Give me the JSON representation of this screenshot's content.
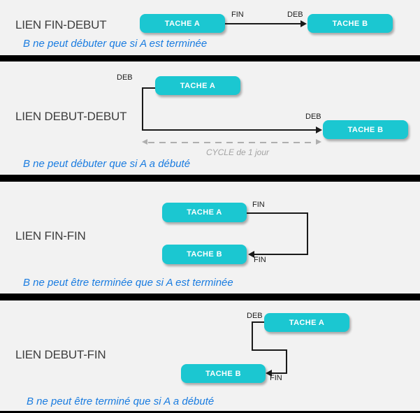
{
  "colors": {
    "background": "#F2F2F2",
    "task_box": "#1BC7D1",
    "separator": "#000000",
    "title_text": "#3D3D3D",
    "description_text": "#1A7CE0",
    "connector": "#1A1A1A",
    "cycle_gray": "#A3A3A3"
  },
  "sections": [
    {
      "title": "LIEN FIN-DEBUT",
      "task_a": "TACHE A",
      "task_b": "TACHE B",
      "labels": {
        "start": "FIN",
        "end": "DEB"
      },
      "description": "B ne peut débuter que si A est terminée"
    },
    {
      "title": "LIEN DEBUT-DEBUT",
      "task_a": "TACHE A",
      "task_b": "TACHE B",
      "labels": {
        "start": "DEB",
        "end": "DEB"
      },
      "cycle_note": "CYCLE de 1 jour",
      "description": "B ne peut débuter que si A a débuté"
    },
    {
      "title": "LIEN FIN-FIN",
      "task_a": "TACHE A",
      "task_b": "TACHE B",
      "labels": {
        "start": "FIN",
        "end": "FIN"
      },
      "description": "B ne peut être terminée que si A est terminée"
    },
    {
      "title": "LIEN DEBUT-FIN",
      "task_a": "TACHE A",
      "task_b": "TACHE B",
      "labels": {
        "start": "DEB",
        "end": "FIN"
      },
      "description": "B ne peut être terminé que si A a débuté"
    }
  ]
}
